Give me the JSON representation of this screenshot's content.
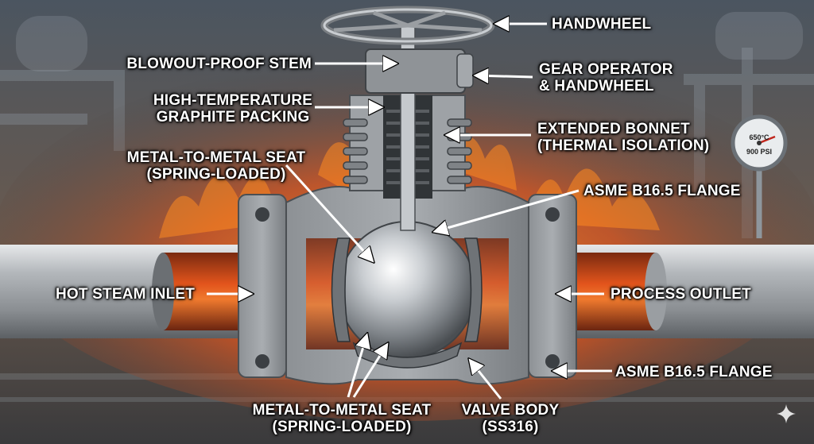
{
  "labels": {
    "handwheel": "HANDWHEEL",
    "blowout_stem": "BLOWOUT-PROOF STEM",
    "gear_operator": [
      "GEAR OPERATOR",
      "& HANDWHEEL"
    ],
    "graphite_packing": [
      "HIGH-TEMPERATURE",
      "GRAPHITE PACKING"
    ],
    "extended_bonnet": [
      "EXTENDED BONNET",
      "(THERMAL ISOLATION)"
    ],
    "seat_top": [
      "METAL-TO-METAL SEAT",
      "(SPRING-LOADED)"
    ],
    "flange_top": "ASME B16.5 FLANGE",
    "steam_inlet": "HOT STEAM INLET",
    "process_outlet": "PROCESS OUTLET",
    "flange_bottom": "ASME B16.5 FLANGE",
    "seat_bottom": [
      "METAL-TO-METAL SEAT",
      "(SPRING-LOADED)"
    ],
    "valve_body": [
      "VALVE BODY",
      "(SS316)"
    ]
  },
  "gauge": {
    "temperature": "650°C",
    "pressure": "900 PSI"
  },
  "colors": {
    "label_text": "#ffffff",
    "fire": "#ff7a1a",
    "steel": "#b8bcc0",
    "hot_flow": "#e2541c"
  }
}
